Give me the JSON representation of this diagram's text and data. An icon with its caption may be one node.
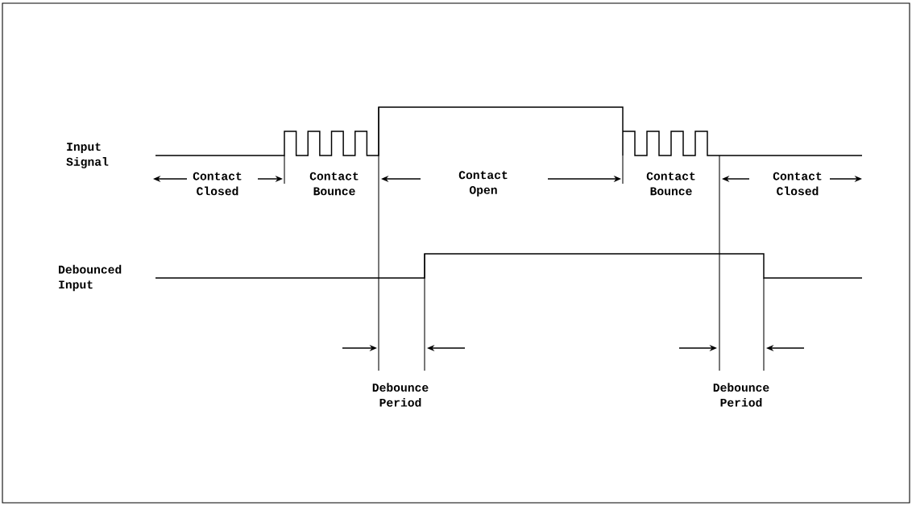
{
  "diagram": {
    "labels": [
      "Input Signal",
      "Contact Closed",
      "Contact Bounce",
      "Contact Open",
      "Contact Bounce",
      "Contact Closed",
      "Debounced Input",
      "Debounce Period",
      "Debounce Period"
    ]
  }
}
